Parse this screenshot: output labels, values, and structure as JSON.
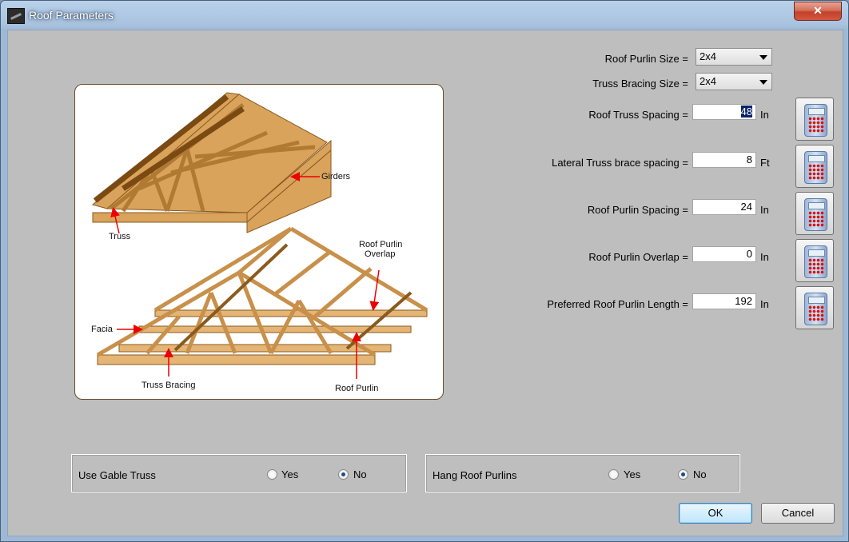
{
  "window": {
    "title": "Roof Parameters",
    "close_glyph": "✕"
  },
  "illustration": {
    "labels": {
      "girders": "Girders",
      "truss": "Truss",
      "roof_purlin_overlap_1": "Roof Purlin",
      "roof_purlin_overlap_2": "Overlap",
      "facia": "Facia",
      "truss_bracing": "Truss Bracing",
      "roof_purlin": "Roof Purlin"
    }
  },
  "form": {
    "roof_purlin_size": {
      "label": "Roof Purlin Size =",
      "value": "2x4"
    },
    "truss_bracing_size": {
      "label": "Truss Bracing Size =",
      "value": "2x4"
    },
    "roof_truss_spacing": {
      "label": "Roof Truss Spacing =",
      "value": "48",
      "unit": "In"
    },
    "lateral_truss_brace_spacing": {
      "label": "Lateral Truss brace spacing =",
      "value": "8",
      "unit": "Ft"
    },
    "roof_purlin_spacing": {
      "label": "Roof Purlin Spacing =",
      "value": "24",
      "unit": "In"
    },
    "roof_purlin_overlap": {
      "label": "Roof Purlin Overlap =",
      "value": "0",
      "unit": "In"
    },
    "preferred_roof_purlin_length": {
      "label": "Preferred Roof Purlin Length =",
      "value": "192",
      "unit": "In"
    }
  },
  "gable": {
    "title": "Use Gable Truss",
    "yes": "Yes",
    "no": "No",
    "selected": "No"
  },
  "hang": {
    "title": "Hang Roof Purlins",
    "yes": "Yes",
    "no": "No",
    "selected": "No"
  },
  "buttons": {
    "ok": "OK",
    "cancel": "Cancel"
  }
}
